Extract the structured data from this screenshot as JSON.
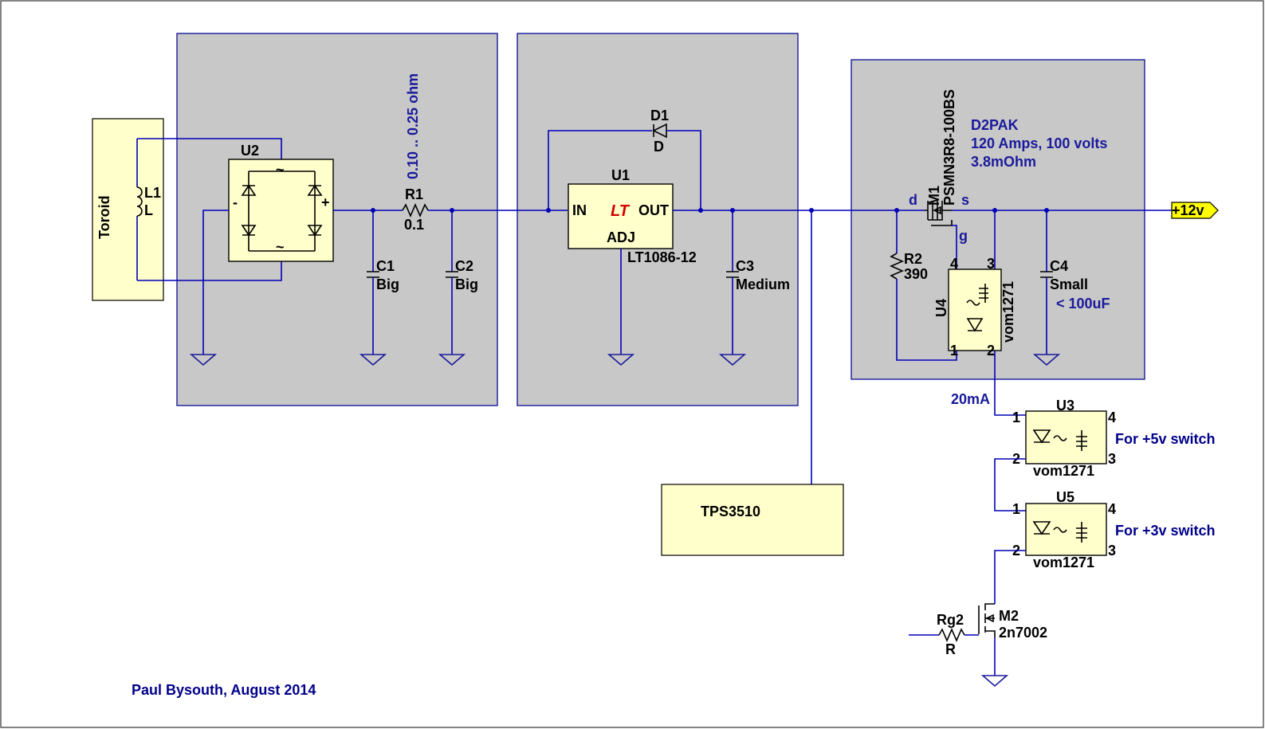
{
  "colors": {
    "wire": "#0000b8",
    "block_fill": "#c8c8c8",
    "component_fill": "#ffffcc",
    "label_blue": "#1a1a9c",
    "port_fill": "#ffff00"
  },
  "toroid": {
    "label": "Toroid"
  },
  "inductor": {
    "ref": "L1",
    "value": "L"
  },
  "bridge": {
    "ref": "U2",
    "plus": "+",
    "minus": "-",
    "ac_top": "~",
    "ac_bottom": "~"
  },
  "resistor_r1": {
    "ref": "R1",
    "value": "0.1",
    "note": "0.10 .. 0.25 ohm"
  },
  "cap_c1": {
    "ref": "C1",
    "value": "Big"
  },
  "cap_c2": {
    "ref": "C2",
    "value": "Big"
  },
  "regulator": {
    "ref": "U1",
    "in": "IN",
    "out": "OUT",
    "adj": "ADJ",
    "logo": "LT",
    "part": "LT1086-12"
  },
  "diode_d1": {
    "ref": "D1",
    "value": "D"
  },
  "cap_c3": {
    "ref": "C3",
    "value": "Medium"
  },
  "supervisor": {
    "label": "TPS3510"
  },
  "mosfet_m1": {
    "ref": "M1",
    "part": "PSMN3R8-100BS",
    "drain": "d",
    "source": "s",
    "gate": "g",
    "notes": [
      "D2PAK",
      "120 Amps,  100 volts",
      "3.8mOhm"
    ]
  },
  "resistor_r2": {
    "ref": "R2",
    "value": "390"
  },
  "opto_u4": {
    "ref": "U4",
    "part": "vom1271",
    "pins": [
      "4",
      "3",
      "1",
      "2"
    ]
  },
  "cap_c4": {
    "ref": "C4",
    "value": "Small",
    "note": "< 100uF"
  },
  "output_port": {
    "label": "+12v"
  },
  "current_label": "20mA",
  "opto_u3": {
    "ref": "U3",
    "part": "vom1271",
    "pin1": "1",
    "pin2": "2",
    "pin3": "3",
    "pin4": "4",
    "note": "For +5v switch"
  },
  "opto_u5": {
    "ref": "U5",
    "part": "vom1271",
    "pin1": "1",
    "pin2": "2",
    "pin3": "3",
    "pin4": "4",
    "note": "For +3v switch"
  },
  "mosfet_m2": {
    "ref": "M2",
    "part": "2n7002"
  },
  "resistor_rg2": {
    "ref": "Rg2",
    "value": "R"
  },
  "author": "Paul Bysouth, August 2014"
}
